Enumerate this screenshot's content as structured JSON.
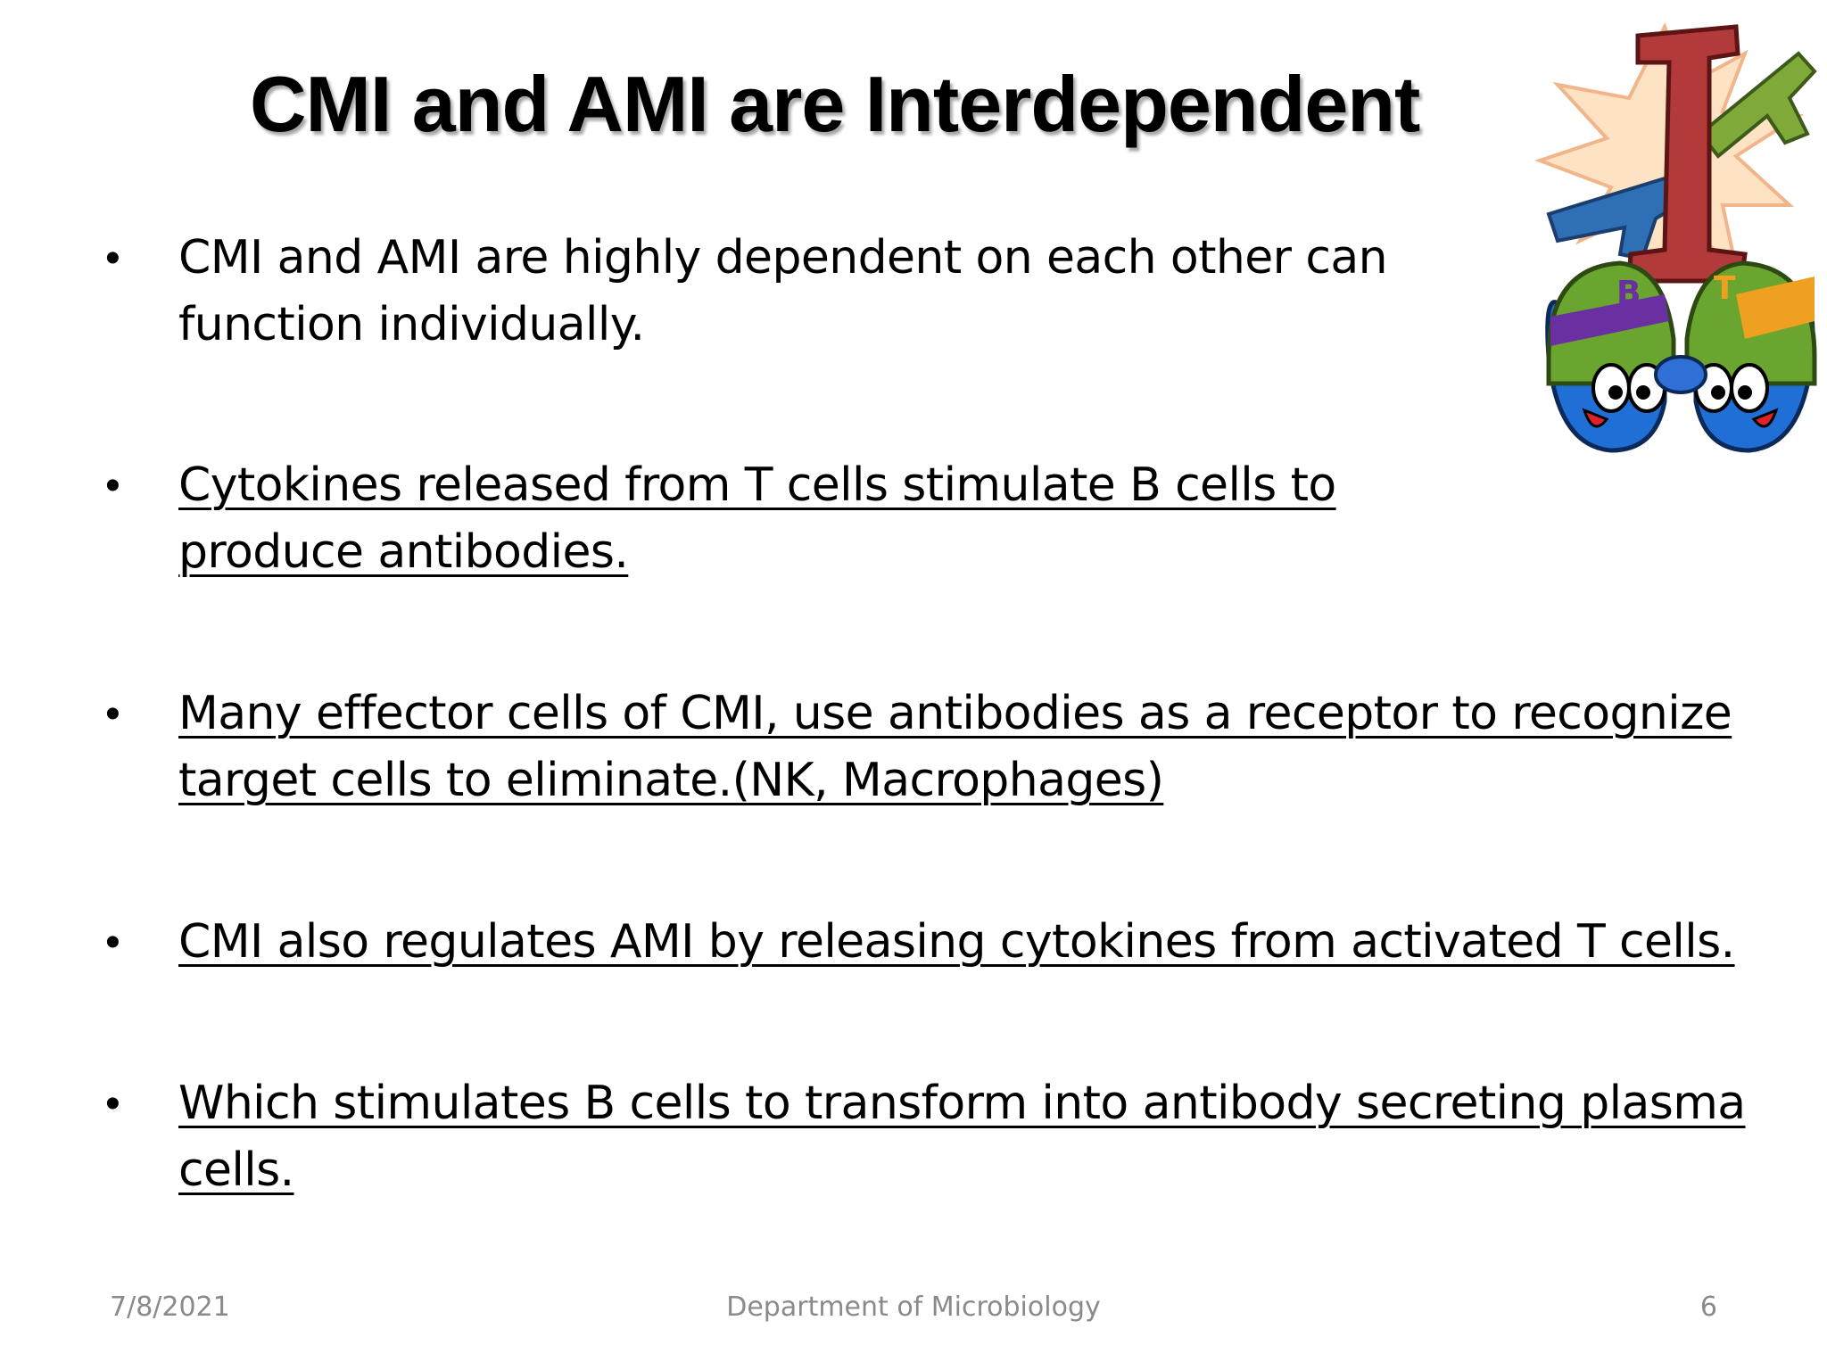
{
  "slide": {
    "title": "CMI and AMI are Interdependent",
    "bullets": [
      {
        "text": "CMI and AMI are highly dependent on each other can function individually.",
        "underlined": false
      },
      {
        "text": "Cytokines released from T cells stimulate B cells to produce antibodies.",
        "underlined": true
      },
      {
        "text": "Many effector cells of CMI, use antibodies as a receptor to recognize target cells to eliminate.(NK, Macrophages)",
        "underlined": true
      },
      {
        "text": "CMI also regulates AMI by releasing cytokines from activated T cells.",
        "underlined": true
      },
      {
        "text": "Which stimulates B cells to transform into antibody secreting plasma cells.",
        "underlined": true
      }
    ],
    "bullet_symbol": "•",
    "illustration": {
      "icon": "b-and-t-cell-cartoon-icon",
      "cell_labels": [
        "B",
        "T"
      ],
      "center_label": "I"
    }
  },
  "footer": {
    "date": "7/8/2021",
    "center": "Department of Microbiology",
    "page": "6"
  },
  "colors": {
    "title_text": "#000000",
    "body_text": "#000000",
    "footer_text": "#8a8a8a",
    "cell_blue": "#1f6fd6",
    "cell_green": "#6aa52f",
    "letter_red": "#b33a3a",
    "stripe_purple": "#6a2fa0",
    "stripe_orange": "#f0a020"
  }
}
